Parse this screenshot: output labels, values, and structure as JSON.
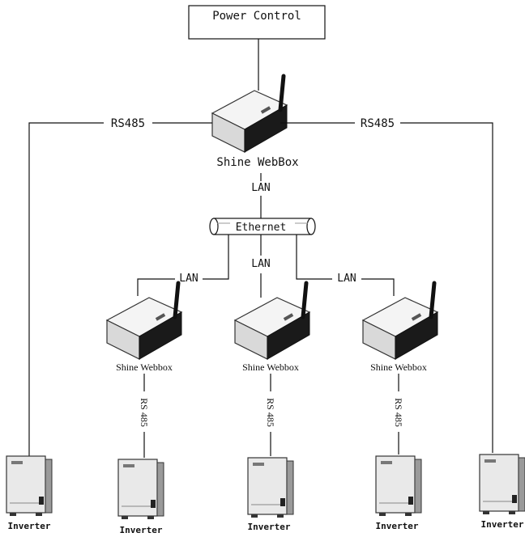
{
  "diagram": {
    "top_box_label": "Power Control",
    "main_device_label": "Shine WebBox",
    "lan_label_top": "LAN",
    "ethernet_label": "Ethernet",
    "lan_label_left": "LAN",
    "lan_label_center": "LAN",
    "lan_label_right": "LAN",
    "rs485_left": "RS485",
    "rs485_right": "RS485",
    "sub_devices": [
      {
        "label": "Shine Webbox",
        "link": "RS 485"
      },
      {
        "label": "Shine Webbox",
        "link": "RS 485"
      },
      {
        "label": "Shine Webbox",
        "link": "RS 485"
      }
    ],
    "inverters": [
      "Inverter",
      "Inverter",
      "Inverter",
      "Inverter",
      "Inverter"
    ]
  }
}
